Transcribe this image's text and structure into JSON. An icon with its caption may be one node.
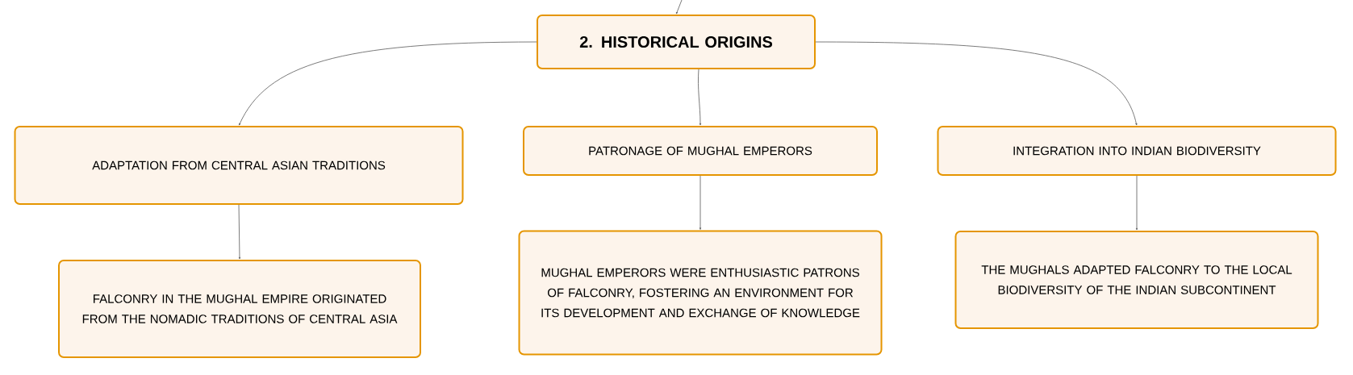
{
  "diagram": {
    "nodes": [
      {
        "text": [
          "2. HISTORICAL ORIGINS"
        ]
      },
      {
        "text": [
          "ADAPTATION FROM CENTRAL ASIAN TRADITIONS"
        ]
      },
      {
        "text": [
          "PATRONAGE OF MUGHAL EMPERORS"
        ]
      },
      {
        "text": [
          "INTEGRATION INTO INDIAN BIODIVERSITY"
        ]
      },
      {
        "text": [
          "FALCONRY IN THE MUGHAL EMPIRE ORIGINATED FROM THE NOMADIC TRADITIONS OF CENTRAL ASIA"
        ]
      },
      {
        "text": [
          "MUGHAL EMPERORS WERE ENTHUSIASTIC PATRONS OF FALCONRY, FOSTERING AN ENVIRONMENT FOR ITS DEVELOPMENT AND EXCHANGE OF KNOWLEDGE"
        ]
      },
      {
        "text": [
          "THE MUGHALS ADAPTED FALCONRY TO THE LOCAL BIODIVERSITY OF THE INDIAN SUBCONTINENT"
        ]
      }
    ],
    "edges": [
      {
        "from": null,
        "to": 0,
        "arrow": "to"
      },
      {
        "from": 0,
        "to": 1,
        "arrow": "to"
      },
      {
        "from": 0,
        "to": 2,
        "arrow": "to"
      },
      {
        "from": 0,
        "to": 3,
        "arrow": "to"
      },
      {
        "from": 1,
        "to": 4,
        "arrow": "to"
      },
      {
        "from": 2,
        "to": 5,
        "arrow": "to"
      },
      {
        "from": 3,
        "to": 6,
        "arrow": "to"
      }
    ]
  }
}
